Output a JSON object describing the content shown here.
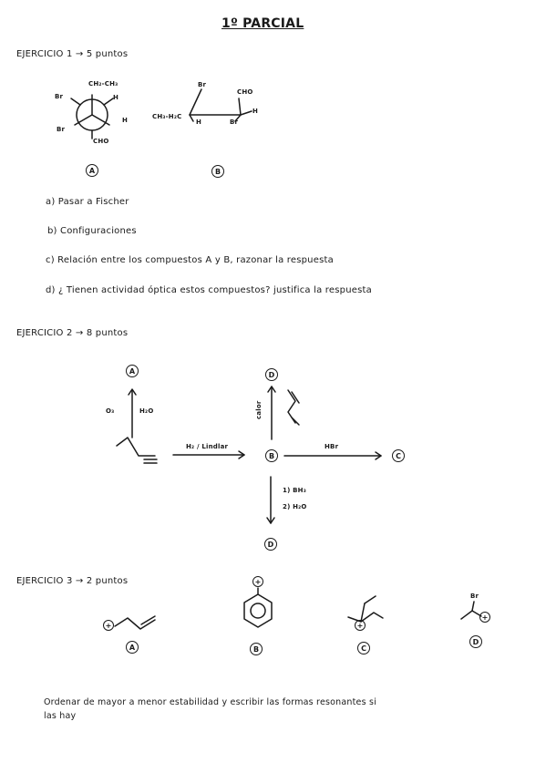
{
  "title": "1º PARCIAL",
  "ex1": {
    "heading": "EJERCICIO 1 → 5 puntos",
    "newman": {
      "top": "CH₂-CH₃",
      "left_up": "Br",
      "right_up": "H",
      "left_down": "Br",
      "right_down": "H",
      "bottom": "CHO"
    },
    "sawhorse": {
      "br_top": "Br",
      "cho": "CHO",
      "left": "CH₃-H₂C",
      "h_left": "H",
      "br_right": "Br",
      "h_right": "H"
    },
    "label_a": "A",
    "label_b": "B",
    "qa": "a) Pasar a Fischer",
    "qb": "b) Configuraciones",
    "qc": "c) Relación entre los compuestos A y B, razonar la respuesta",
    "qd": "d) ¿ Tienen actividad óptica estos compuestos? justifica la respuesta"
  },
  "ex2": {
    "heading": "EJERCICIO 2 → 8 puntos",
    "o3": "O₃",
    "h2o_top": "H₂O",
    "reagent_b": "H₂ / Lindlar",
    "calor": "calor",
    "hbr": "HBr",
    "step1": "1) BH₃",
    "step2": "2) H₂O",
    "labels": {
      "a": "A",
      "b": "B",
      "c": "C",
      "d_top": "D",
      "d_bottom": "D"
    }
  },
  "ex3": {
    "heading": "EJERCICIO 3 → 2 puntos",
    "br": "Br",
    "labels": {
      "a": "A",
      "b": "B",
      "c": "C",
      "d": "D"
    },
    "plus": "+",
    "instruction_line1": "Ordenar de mayor a menor estabilidad y escribir las formas resonantes si",
    "instruction_line2": "las hay"
  }
}
